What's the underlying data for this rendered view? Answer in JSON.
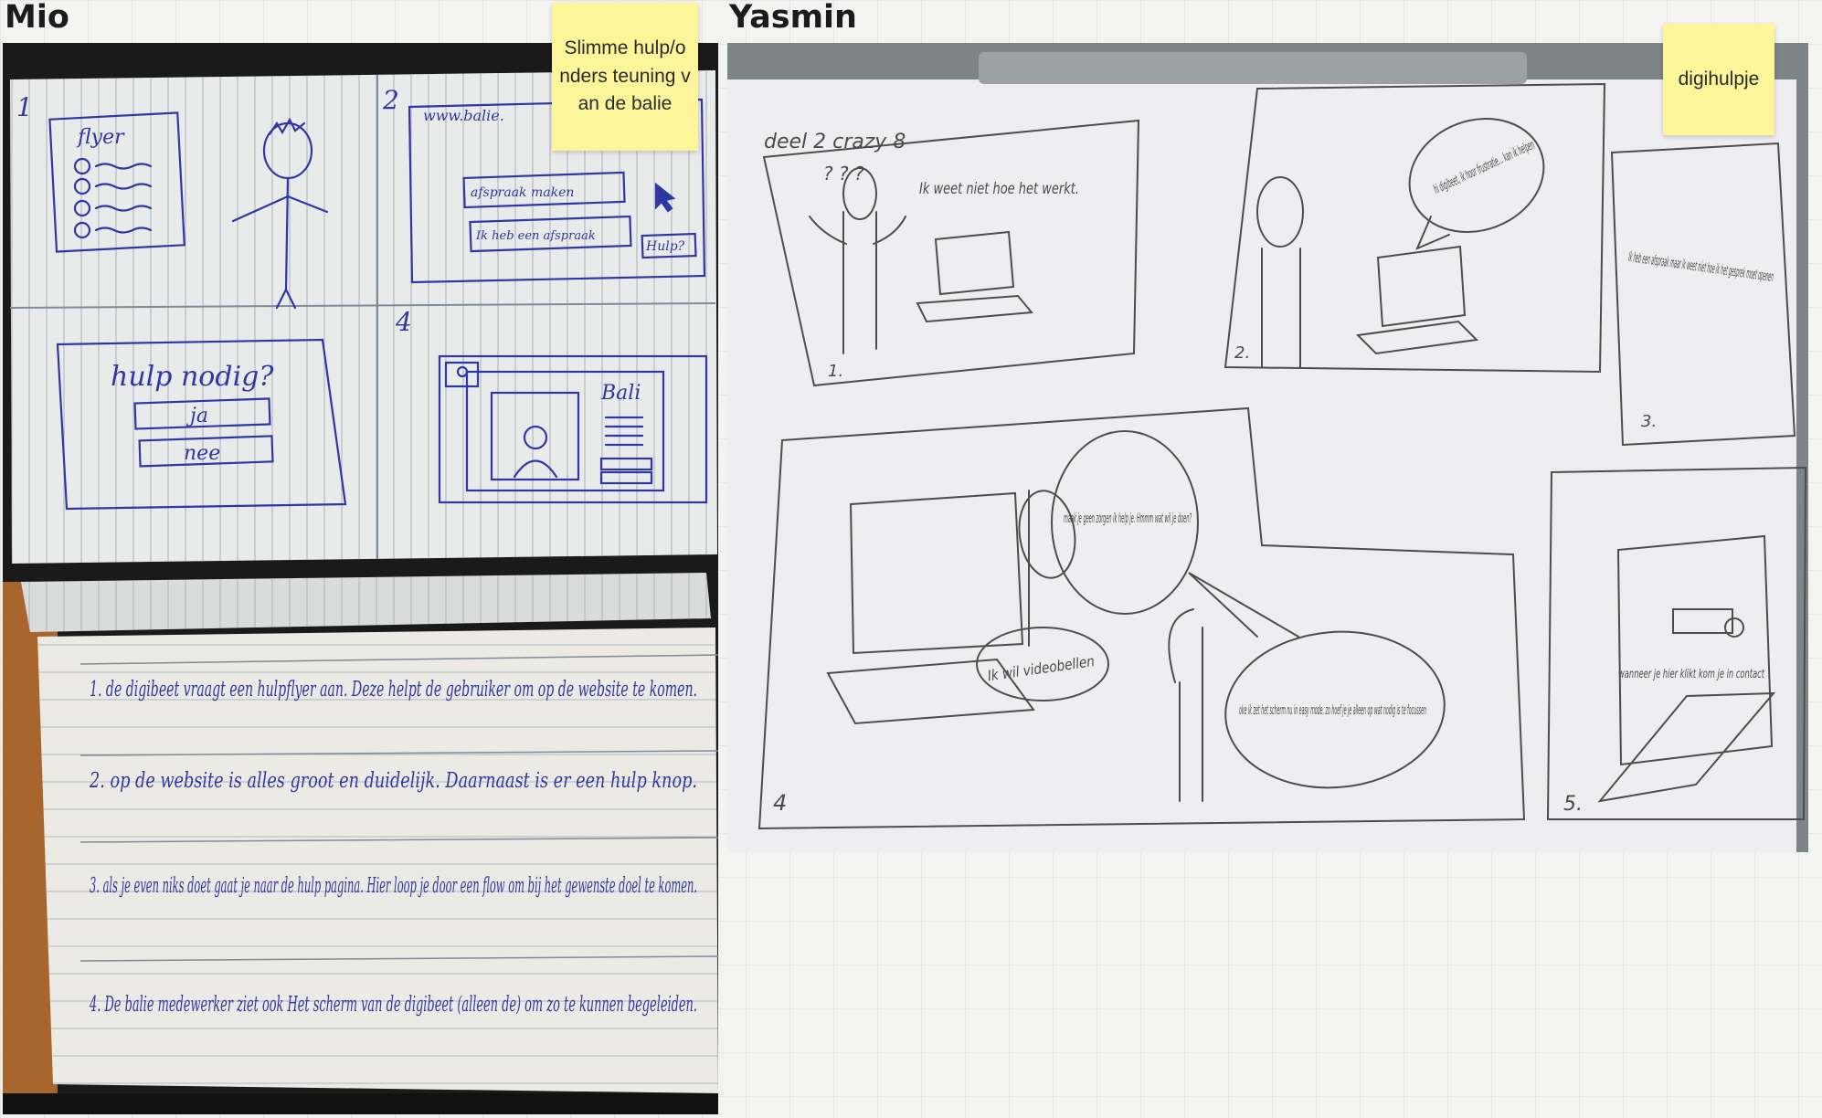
{
  "frames": [
    {
      "title": "Mio"
    },
    {
      "title": "Yasmin"
    }
  ],
  "stickies": [
    {
      "text": "Slimme hulp/onders teuning van de balie"
    },
    {
      "text": "digihulpje"
    }
  ],
  "mio_sketch": {
    "panel_numbers": [
      "1",
      "2",
      "4"
    ],
    "flyer_label": "flyer",
    "url_text": "www.balie.",
    "button_afspraak": "afspraak maken",
    "button_ik_heb": "Ik heb een afspraak",
    "button_hulp": "Hulp?",
    "popup_question": "hulp nodig?",
    "popup_yes": "ja",
    "popup_no": "nee",
    "video_label": "Bali",
    "notes": [
      "1. de digibeet vraagt een hulpflyer aan. Deze helpt de gebruiker om op de website te komen.",
      "2. op de website is alles groot en duidelijk. Daarnaast is er een hulp knop.",
      "3. als je even niks doet gaat je naar de hulp pagina. Hier loop je door een flow om bij het gewenste doel te komen.",
      "4. De balie medewerker ziet ook Het scherm van de digibeet (alleen de) om zo te kunnen begeleiden."
    ]
  },
  "yasmin_sketch": {
    "heading": "deel 2 crazy 8",
    "panel_numbers": [
      "1.",
      "2.",
      "3.",
      "4",
      "5."
    ],
    "p1_text": "Ik weet niet hoe het werkt.",
    "p1_marks": "? ? ?",
    "p2_bubble": "hi digibeet, ik hoor frustratie... kan ik helpen",
    "p3_text": "Ik heb een afspraak maar ik weet niet hoe ik het gesprek moet openen",
    "p4_bubble1": "maak je geen zorgen ik help je. Hmmm wat wil je doen?",
    "p4_bubble2": "Ik wil videobellen",
    "p4_bubble3": "oke ik zet het scherm nu in easy mode. zo hoef je je alleen op wat nodig is te focussen",
    "p5_text": "wanneer je hier klikt kom je in contact"
  }
}
